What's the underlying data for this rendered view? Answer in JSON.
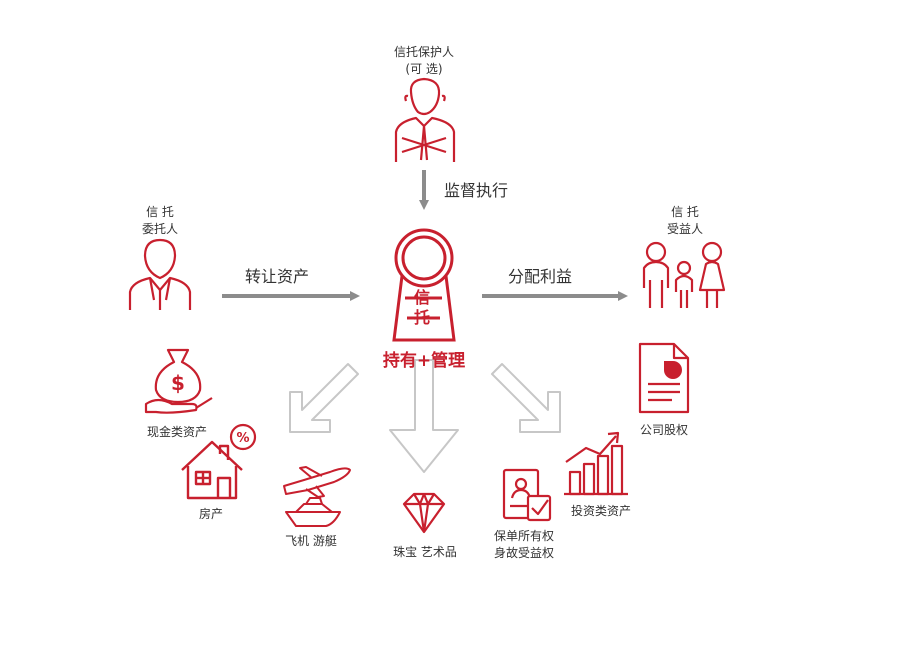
{
  "protector": {
    "line1": "信托保护人",
    "line2": "(可 选)"
  },
  "supervise": "监督执行",
  "settlor": {
    "line1": "信 托",
    "line2": "委托人"
  },
  "transfer": "转让资产",
  "trust": {
    "char1": "信",
    "char2": "托",
    "caption": "持有+管理"
  },
  "distribute": "分配利益",
  "beneficiary": {
    "line1": "信 托",
    "line2": "受益人"
  },
  "assets": {
    "cash": "现金类资产",
    "house": "房产",
    "plane_yacht": "飞机 游艇",
    "jewelry": "珠宝 艺术品",
    "insurance_line1": "保单所有权",
    "insurance_line2": "身故受益权",
    "investment": "投资类资产",
    "equity": "公司股权"
  },
  "percent_symbol": "%",
  "dollar_symbol": "$",
  "colors": {
    "accent": "#c8202e",
    "arrow": "#8c8c8c",
    "outline_arrow": "#c7c7c7",
    "text": "#333333"
  }
}
